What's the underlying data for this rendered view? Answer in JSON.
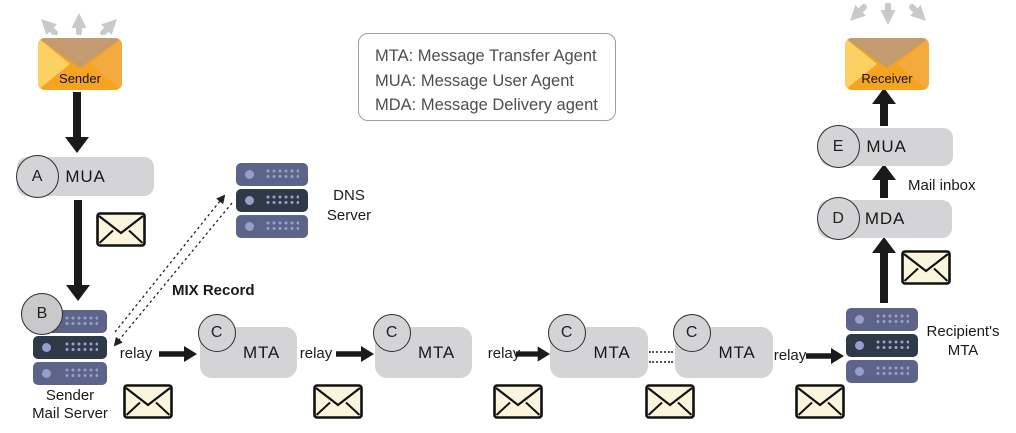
{
  "legend": {
    "lines": [
      "MTA: Message Transfer Agent",
      "MUA: Message User Agent",
      "MDA: Message Delivery agent"
    ]
  },
  "endpoints": {
    "sender": "Sender",
    "receiver": "Receiver"
  },
  "nodes": {
    "mua_a": {
      "badge": "A",
      "label": "MUA"
    },
    "sender_server": {
      "badge": "B",
      "label_line1": "Sender",
      "label_line2": "Mail Server"
    },
    "dns_server": {
      "label_line1": "DNS",
      "label_line2": "Server"
    },
    "mtas": [
      {
        "badge": "C",
        "label": "MTA"
      },
      {
        "badge": "C",
        "label": "MTA"
      },
      {
        "badge": "C",
        "label": "MTA"
      },
      {
        "badge": "C",
        "label": "MTA"
      }
    ],
    "recipient_server": {
      "label_line1": "Recipient's",
      "label_line2": "MTA"
    },
    "mda_d": {
      "badge": "D",
      "label": "MDA"
    },
    "mua_e": {
      "badge": "E",
      "label": "MUA"
    }
  },
  "labels": {
    "relay": "relay",
    "mix_record": "MIX Record",
    "mail_inbox": "Mail inbox"
  },
  "colors": {
    "envelope_orange": "#F6A41F",
    "envelope_fold_light": "#FBD164",
    "envelope_fold_right": "#F3AA3E",
    "envelope_flap_tan": "#C49B6E",
    "node_gray": "#D4D4D6",
    "server_blue": "#5D6489",
    "server_dark": "#2E3A48",
    "server_dot": "#969FCC",
    "mail_cream": "#FCF5DD",
    "arrow_black": "#1A1A1A",
    "arrow_gray": "#C9C9C9"
  }
}
